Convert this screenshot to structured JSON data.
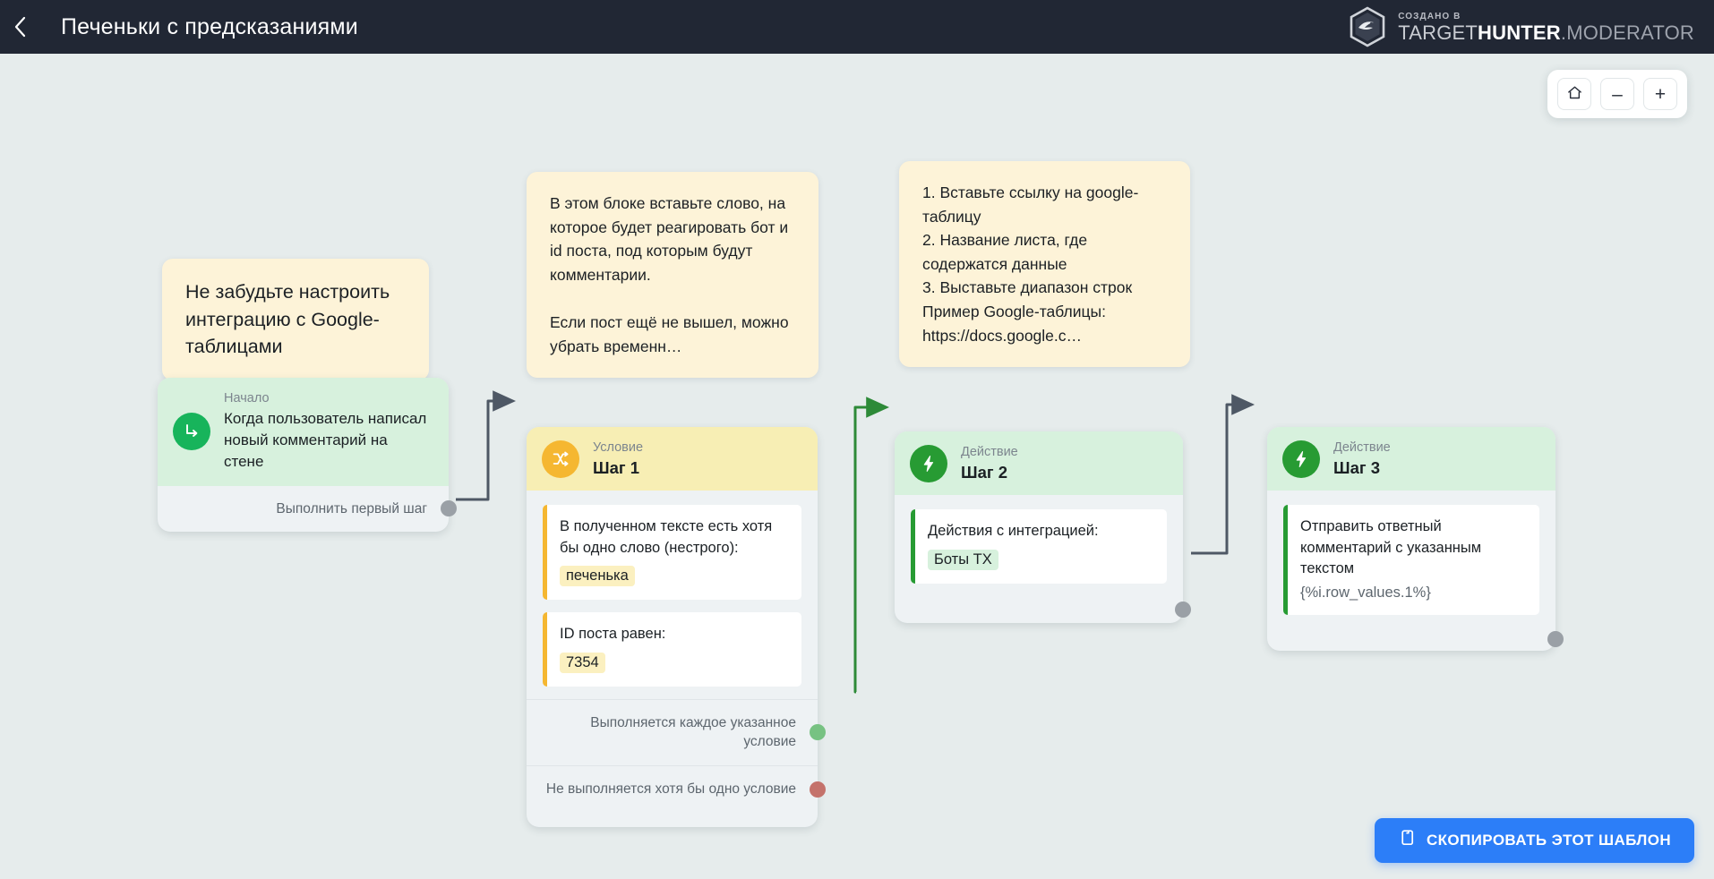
{
  "header": {
    "back_icon": "chevron-left-icon",
    "title": "Печеньки с предсказаниями",
    "brand": {
      "sub": "СОЗДАНО В",
      "name_a": "TARGET",
      "name_b": "HUNTER",
      "name_c": ".MODERATOR"
    }
  },
  "zoom_controls": {
    "home_label": "⌂",
    "minus_label": "–",
    "plus_label": "+"
  },
  "notes": [
    {
      "id": "note-google-sheets",
      "text": "Не забудьте настроить интеграцию с Google-таблицами"
    },
    {
      "id": "note-step1-hint",
      "text": "В этом блоке вставьте слово, на которое будет реагировать бот и id поста, под которым будут комментарии.\n\nЕсли пост ещё не вышел, можно убрать временн…"
    },
    {
      "id": "note-step2-hint",
      "text": "1. Вставьте ссылку на google-таблицу\n2. Название листа, где содержатся данные\n3. Выставьте диапазон строк\nПример Google-таблицы:\nhttps://docs.google.c…"
    }
  ],
  "nodes": {
    "start": {
      "kind": "Начало",
      "icon": "start-arrow-icon",
      "description": "Когда пользователь написал новый комментарий на стене",
      "port_label": "Выполнить первый шаг"
    },
    "step1": {
      "kind": "Условие",
      "name": "Шаг 1",
      "icon": "shuffle-icon",
      "fields": [
        {
          "label": "В полученном тексте есть хотя бы одно слово (нестрого):",
          "chip": "печенька"
        },
        {
          "label": "ID поста равен:",
          "chip": "7354"
        }
      ],
      "port_true": "Выполняется каждое указанное условие",
      "port_false": "Не выполняется хотя бы одно условие"
    },
    "step2": {
      "kind": "Действие",
      "name": "Шаг 2",
      "icon": "lightning-icon",
      "fields": [
        {
          "label": "Действия с интеграцией:",
          "chip": "Боты ТХ"
        }
      ]
    },
    "step3": {
      "kind": "Действие",
      "name": "Шаг 3",
      "icon": "lightning-icon",
      "fields": [
        {
          "label": "Отправить ответный комментарий с указанным текстом",
          "note": "{%i.row_values.1%}"
        }
      ]
    }
  },
  "copy_button": {
    "icon": "copy-icon",
    "label": "СКОПИРОВАТЬ ЭТОТ ШАБЛОН"
  },
  "colors": {
    "header_bg": "#212734",
    "canvas_bg": "#e6ecec",
    "note_bg": "#fdf3d8",
    "condition": "#f5b731",
    "action": "#279b33",
    "start": "#17b45b",
    "accent_button": "#2c7ef8"
  }
}
